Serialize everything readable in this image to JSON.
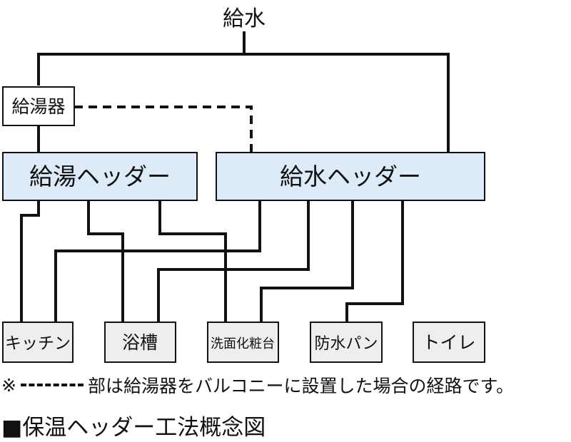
{
  "diagram": {
    "supply_label": "給水",
    "water_heater": "給湯器",
    "hot_header": "給湯ヘッダー",
    "cold_header": "給水ヘッダー",
    "fixtures": {
      "kitchen": "キッチン",
      "bath": "浴槽",
      "washbasin": "洗面化粧台",
      "washer_pan": "防水パン",
      "toilet": "トイレ"
    },
    "colors": {
      "header_fill": "#dcebf7",
      "fixture_fill": "#eeeeee",
      "line": "#111111"
    }
  },
  "note": {
    "prefix": "※",
    "text": "部は給湯器をバルコニーに設置した場合の経路です。"
  },
  "caption": "■保温ヘッダー工法概念図"
}
